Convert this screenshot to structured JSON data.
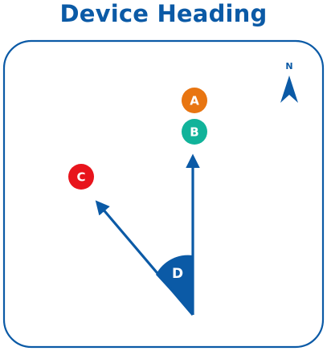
{
  "title": "Device Heading",
  "colors": {
    "primary": "#0b5aa6",
    "point_a": "#e87511",
    "point_b": "#11b39a",
    "point_c": "#e8141c",
    "label_text": "#ffffff",
    "background": "#ffffff"
  },
  "points": {
    "a": "A",
    "b": "B",
    "c": "C"
  },
  "angle": {
    "label": "D"
  },
  "compass": {
    "label": "N",
    "icon": "north-arrow-icon"
  }
}
